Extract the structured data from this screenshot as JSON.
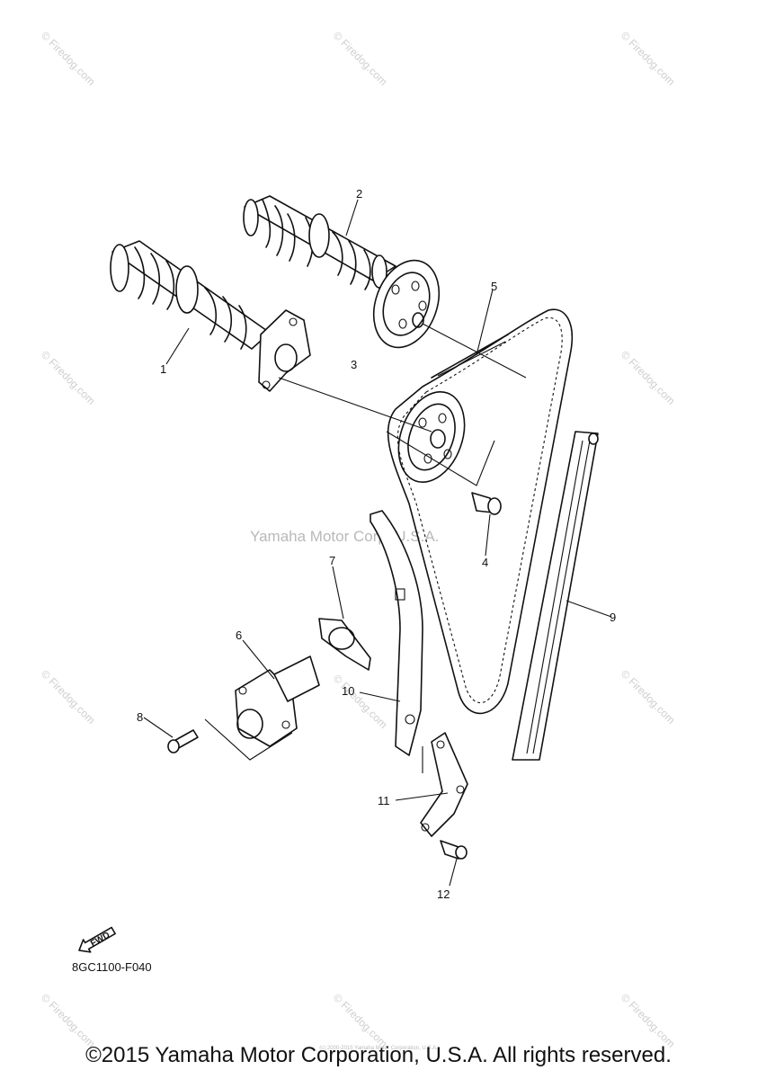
{
  "diagram": {
    "callouts": [
      "1",
      "2",
      "3",
      "4",
      "5",
      "6",
      "7",
      "8",
      "9",
      "10",
      "11",
      "12"
    ],
    "diagram_code": "8GC1100-F040",
    "fwd_label": "FWD",
    "center_watermark": "Yamaha Motor Corp. U.S.A.",
    "watermark_text": "© Firedog.com",
    "tiny_note": "(c) 2000-2015 Yamaha Motor Corporation, U.S.A.",
    "copyright": "©2015 Yamaha Motor Corporation, U.S.A. All rights reserved."
  }
}
